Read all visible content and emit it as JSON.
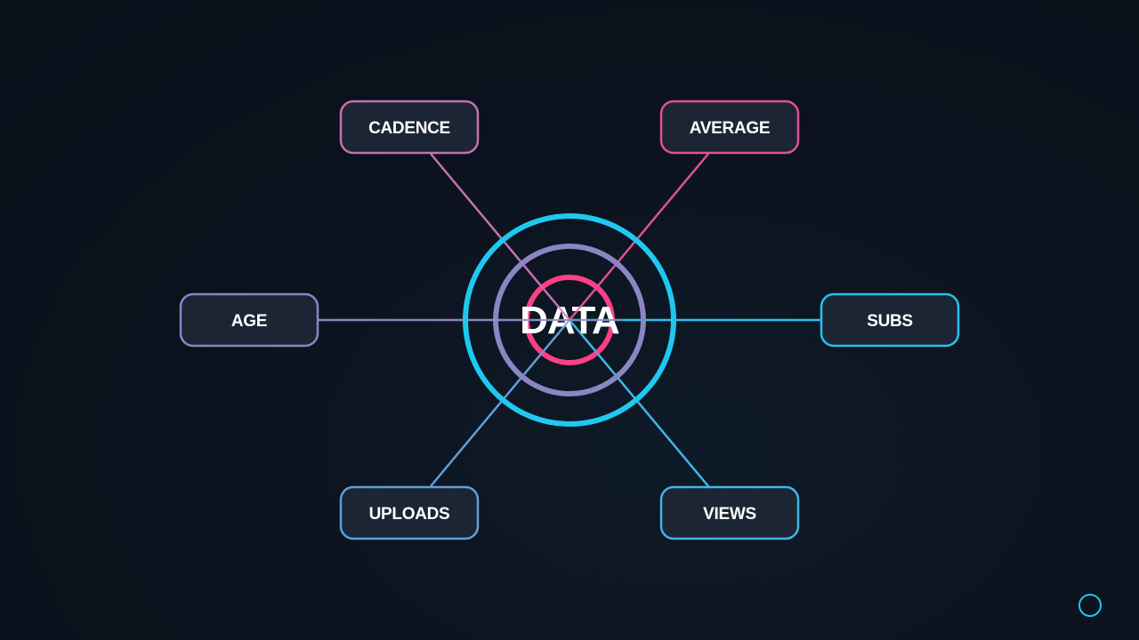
{
  "center": {
    "label": "DATA",
    "ring_colors": [
      "#1ec8ef",
      "#8a86c4",
      "#ff3f86"
    ]
  },
  "nodes": [
    {
      "id": "cadence",
      "label": "CADENCE",
      "color": "#c571b0"
    },
    {
      "id": "average",
      "label": "AVERAGE",
      "color": "#e0509a"
    },
    {
      "id": "age",
      "label": "AGE",
      "color": "#8a86c4"
    },
    {
      "id": "subs",
      "label": "SUBS",
      "color": "#22c4ee"
    },
    {
      "id": "uploads",
      "label": "UPLOADS",
      "color": "#5f9fd6"
    },
    {
      "id": "views",
      "label": "VIEWS",
      "color": "#3fb6e6"
    }
  ],
  "colors": {
    "background": "#0b121d",
    "box_fill": "#1b2533",
    "text": "#ffffff",
    "corner_indicator": "#1ec8ef"
  },
  "icons": {
    "corner": "circle-outline-icon"
  }
}
